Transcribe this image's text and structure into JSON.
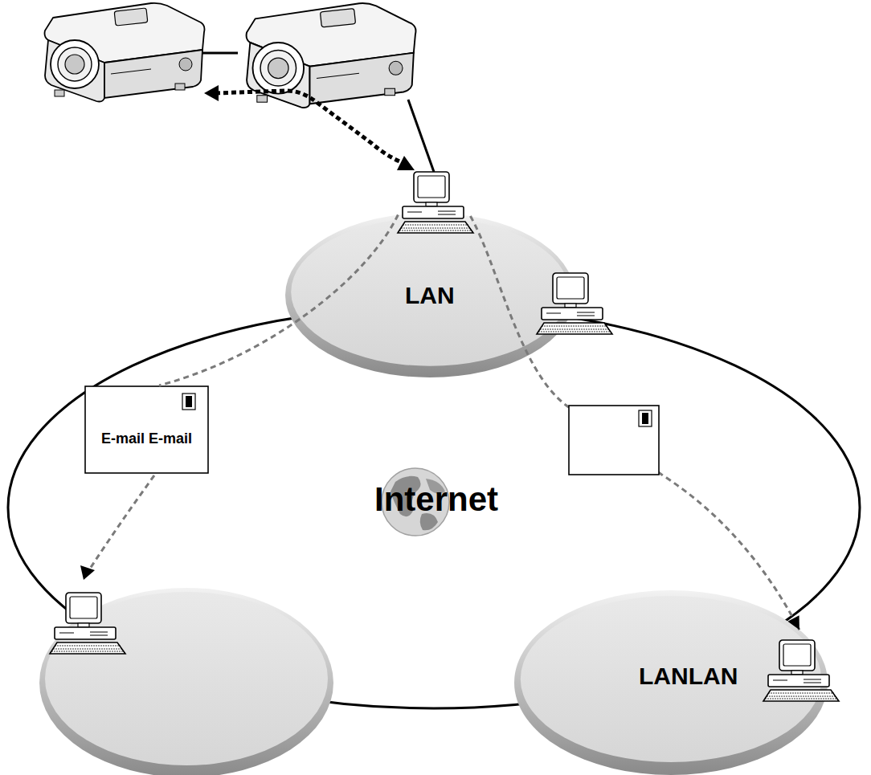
{
  "diagram": {
    "nodes": [
      {
        "text": [
          "LAN"
        ]
      },
      {
        "text": [
          "E-mail E-mail"
        ]
      },
      {
        "text": [
          "LANLAN"
        ]
      }
    ],
    "edges": [
      {
        "from": 0,
        "to": 1,
        "arrow": "none"
      },
      {
        "from": 0,
        "to": 2,
        "arrow": "to"
      }
    ],
    "labels": [
      "Internet"
    ]
  }
}
